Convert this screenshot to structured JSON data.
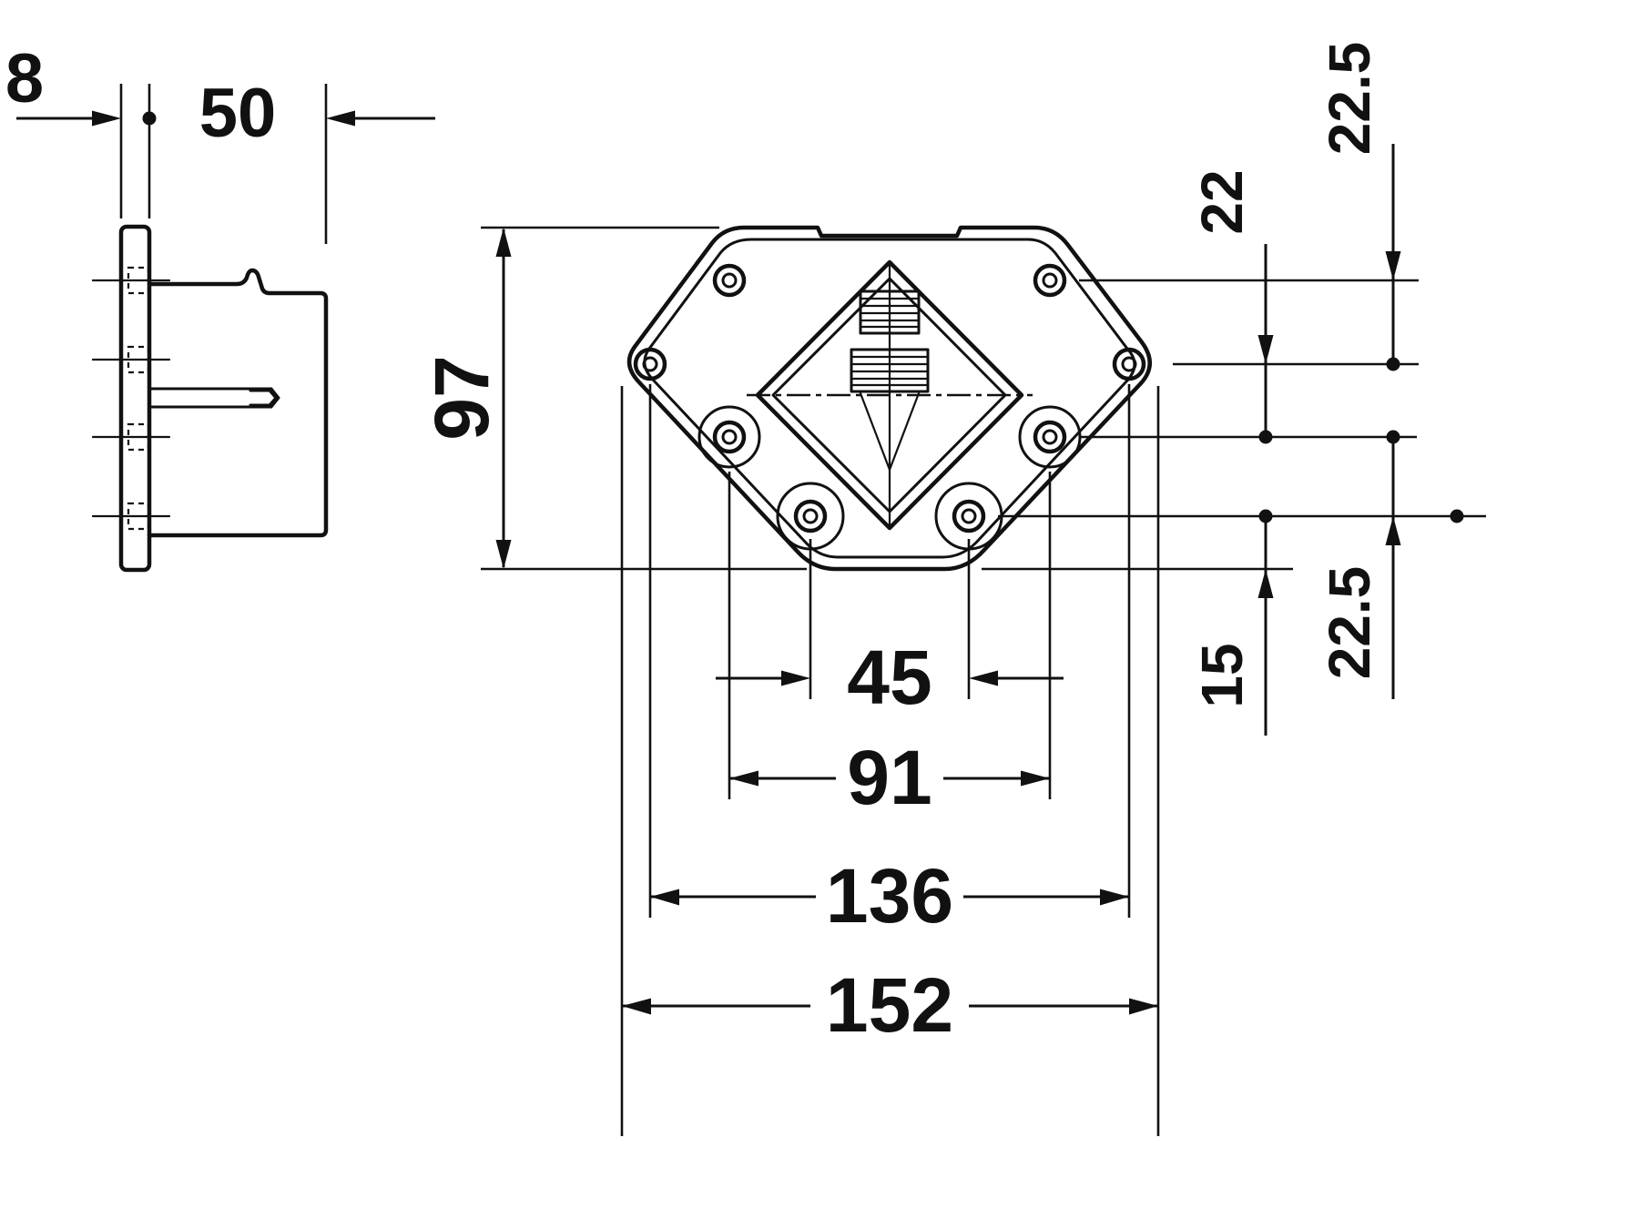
{
  "drawing": {
    "type": "technical-dimension-drawing",
    "background": "#ffffff",
    "line_color": "#111111",
    "views": {
      "side_view": "side profile of mounting fitting",
      "front_view": "front face of mounting plate with 8 holes and central diamond insert"
    },
    "labels": {
      "flange_thickness": "8",
      "mount_depth": "50",
      "plate_height": "97",
      "top_hole_offset": "22.5",
      "middle_hole_spacing": "22",
      "bottom_hole_offset": "22.5",
      "edge_distance": "15",
      "inner_hole_spacing": "45",
      "mid_hole_spacing": "91",
      "outer_hole_spacing": "136",
      "plate_width": "152"
    }
  }
}
